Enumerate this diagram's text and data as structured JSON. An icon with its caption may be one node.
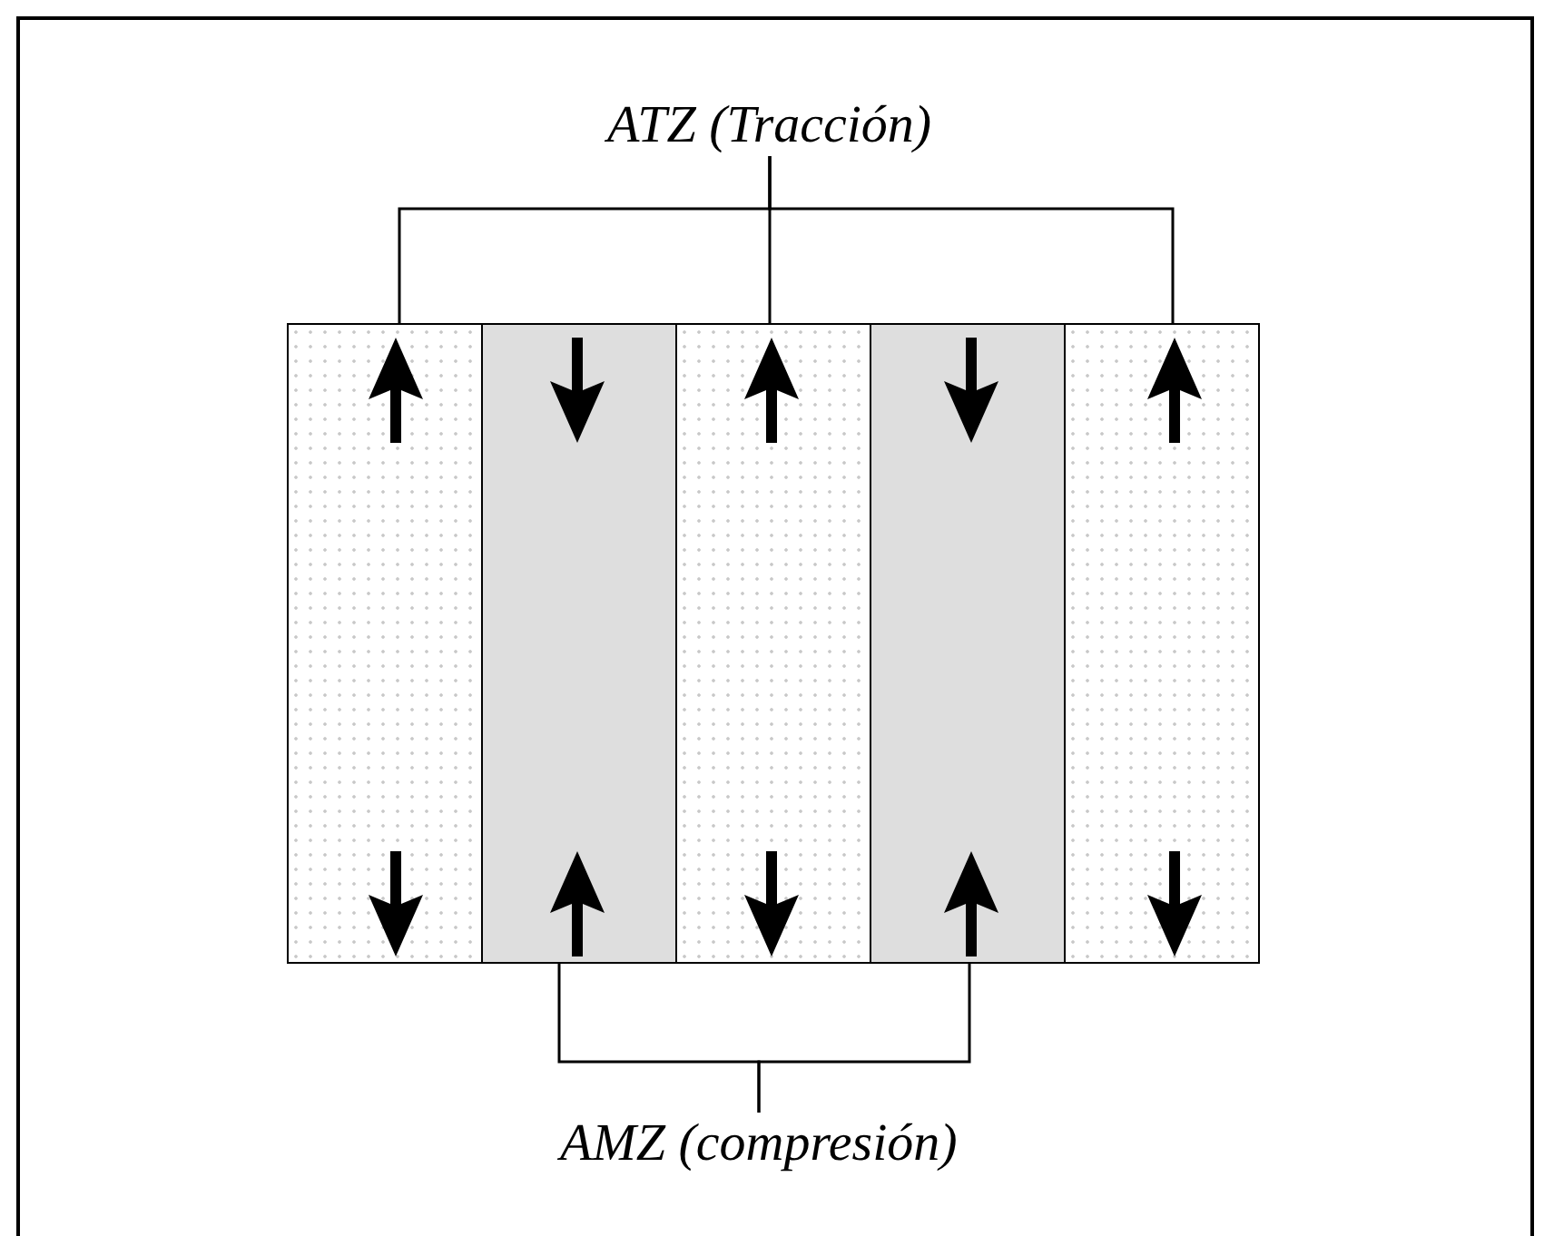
{
  "diagram": {
    "nodes": [
      {
        "text": [
          "ATZ (Tracción)"
        ]
      },
      {
        "text": [],
        "shape": "box"
      },
      {
        "text": [],
        "shape": "box"
      },
      {
        "text": [],
        "shape": "box"
      },
      {
        "text": [],
        "shape": "box"
      },
      {
        "text": [],
        "shape": "box"
      },
      {
        "text": [
          "AMZ (compresión)"
        ]
      }
    ],
    "edges": [
      {
        "from": 0,
        "to": 1,
        "arrow": "none"
      },
      {
        "from": 0,
        "to": 3,
        "arrow": "none"
      },
      {
        "from": 0,
        "to": 5,
        "arrow": "none"
      },
      {
        "from": 6,
        "to": 2,
        "arrow": "none"
      },
      {
        "from": 6,
        "to": 4,
        "arrow": "none"
      }
    ]
  }
}
